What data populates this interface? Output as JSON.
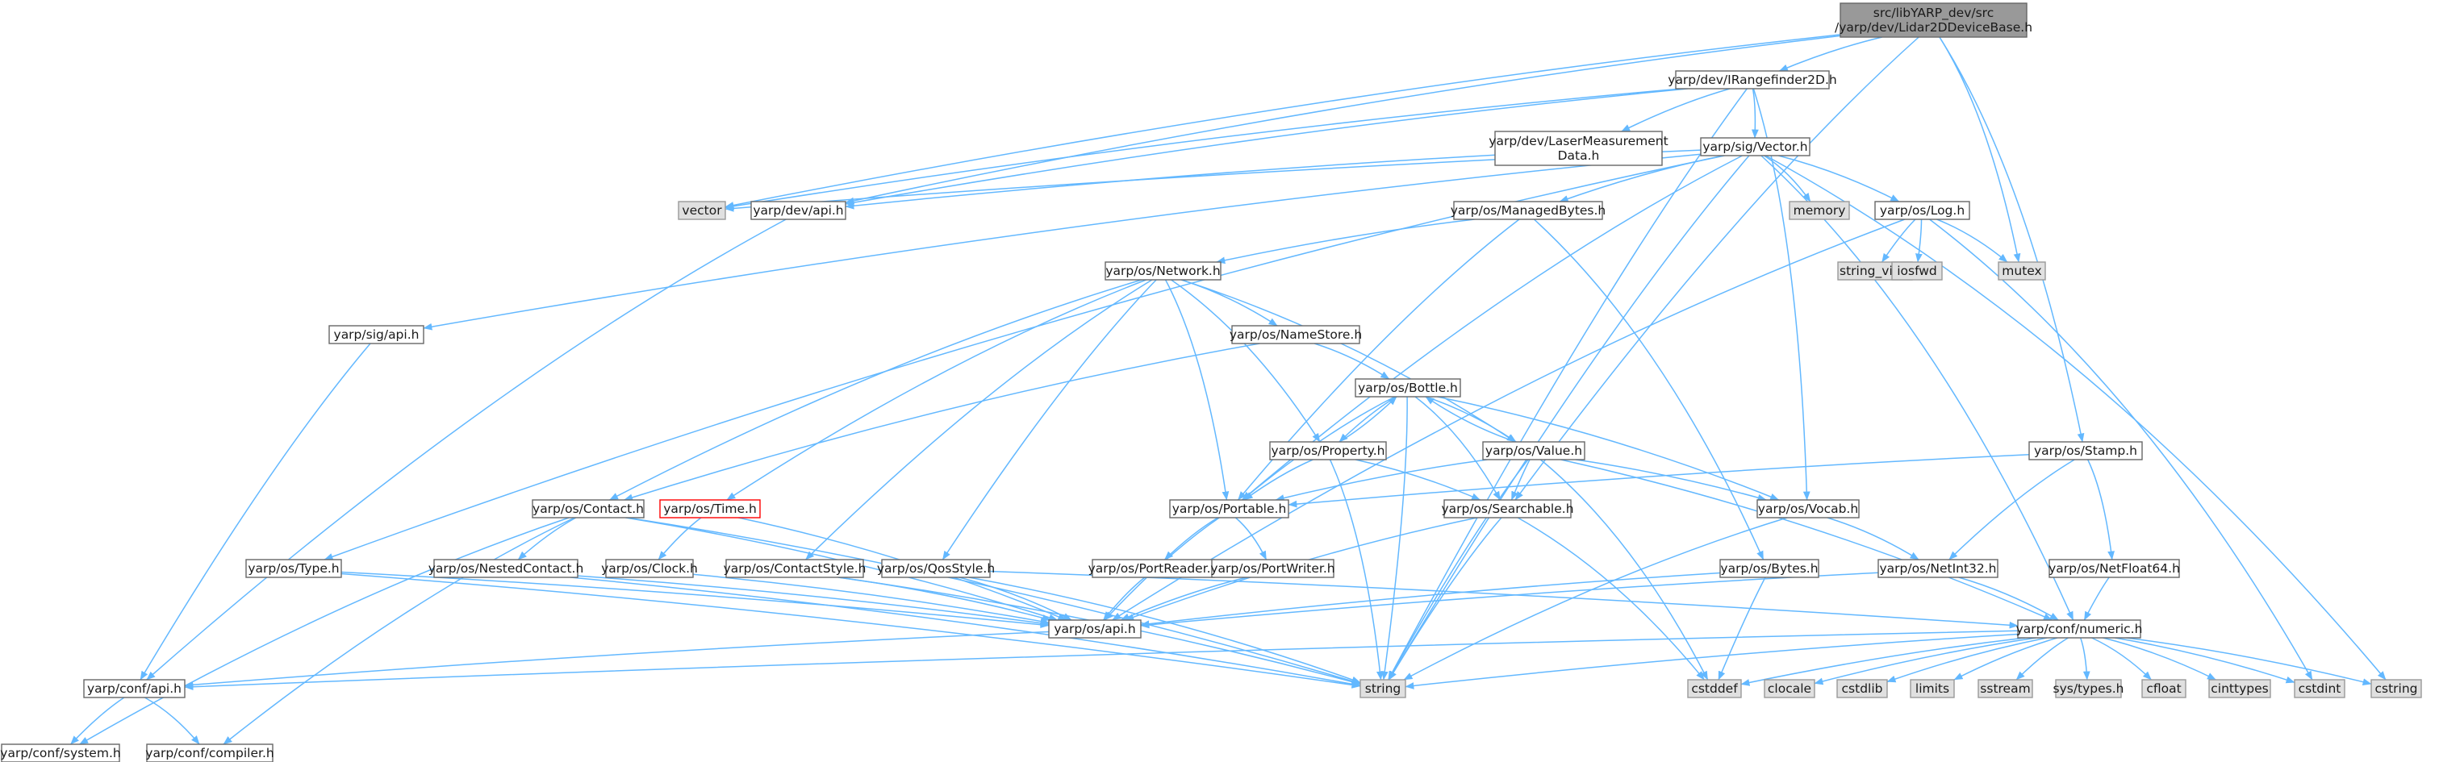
{
  "colors": {
    "edge": "#63b8ff",
    "box_border": "#666666",
    "box_fill": "#ffffff",
    "text": "#1a1a1a",
    "root_fill": "#999999",
    "system_fill": "#e0e0e0",
    "system_border": "#999999",
    "truncated_border": "#ff0000"
  },
  "nodes": [
    {
      "id": "root",
      "lines": [
        "src/libYARP_dev/src",
        "/yarp/dev/Lidar2DDeviceBase.h"
      ],
      "kind": "root"
    },
    {
      "id": "irange",
      "lines": [
        "yarp/dev/IRangefinder2D.h"
      ],
      "kind": "header"
    },
    {
      "id": "laser",
      "lines": [
        "yarp/dev/LaserMeasurement",
        "Data.h"
      ],
      "kind": "header"
    },
    {
      "id": "vectorh",
      "lines": [
        "yarp/sig/Vector.h"
      ],
      "kind": "header"
    },
    {
      "id": "vector",
      "lines": [
        "vector"
      ],
      "kind": "system"
    },
    {
      "id": "devapi",
      "lines": [
        "yarp/dev/api.h"
      ],
      "kind": "header"
    },
    {
      "id": "memory",
      "lines": [
        "memory"
      ],
      "kind": "system"
    },
    {
      "id": "log",
      "lines": [
        "yarp/os/Log.h"
      ],
      "kind": "header"
    },
    {
      "id": "managed",
      "lines": [
        "yarp/os/ManagedBytes.h"
      ],
      "kind": "header"
    },
    {
      "id": "string_view",
      "lines": [
        "string_view"
      ],
      "kind": "system"
    },
    {
      "id": "iosfwd",
      "lines": [
        "iosfwd"
      ],
      "kind": "system"
    },
    {
      "id": "mutex",
      "lines": [
        "mutex"
      ],
      "kind": "system"
    },
    {
      "id": "network",
      "lines": [
        "yarp/os/Network.h"
      ],
      "kind": "header"
    },
    {
      "id": "sigapi",
      "lines": [
        "yarp/sig/api.h"
      ],
      "kind": "header"
    },
    {
      "id": "namestore",
      "lines": [
        "yarp/os/NameStore.h"
      ],
      "kind": "header"
    },
    {
      "id": "bottle",
      "lines": [
        "yarp/os/Bottle.h"
      ],
      "kind": "header"
    },
    {
      "id": "property",
      "lines": [
        "yarp/os/Property.h"
      ],
      "kind": "header"
    },
    {
      "id": "value",
      "lines": [
        "yarp/os/Value.h"
      ],
      "kind": "header"
    },
    {
      "id": "stamp",
      "lines": [
        "yarp/os/Stamp.h"
      ],
      "kind": "header"
    },
    {
      "id": "contact",
      "lines": [
        "yarp/os/Contact.h"
      ],
      "kind": "header"
    },
    {
      "id": "time",
      "lines": [
        "yarp/os/Time.h"
      ],
      "kind": "truncated"
    },
    {
      "id": "portable",
      "lines": [
        "yarp/os/Portable.h"
      ],
      "kind": "header"
    },
    {
      "id": "searchable",
      "lines": [
        "yarp/os/Searchable.h"
      ],
      "kind": "header"
    },
    {
      "id": "vocab",
      "lines": [
        "yarp/os/Vocab.h"
      ],
      "kind": "header"
    },
    {
      "id": "type",
      "lines": [
        "yarp/os/Type.h"
      ],
      "kind": "header"
    },
    {
      "id": "nested",
      "lines": [
        "yarp/os/NestedContact.h"
      ],
      "kind": "header"
    },
    {
      "id": "clock",
      "lines": [
        "yarp/os/Clock.h"
      ],
      "kind": "header"
    },
    {
      "id": "contactstyle",
      "lines": [
        "yarp/os/ContactStyle.h"
      ],
      "kind": "header"
    },
    {
      "id": "qosstyle",
      "lines": [
        "yarp/os/QosStyle.h"
      ],
      "kind": "header"
    },
    {
      "id": "portreader",
      "lines": [
        "yarp/os/PortReader.h"
      ],
      "kind": "header"
    },
    {
      "id": "portwriter",
      "lines": [
        "yarp/os/PortWriter.h"
      ],
      "kind": "header"
    },
    {
      "id": "bytes",
      "lines": [
        "yarp/os/Bytes.h"
      ],
      "kind": "header"
    },
    {
      "id": "netint32",
      "lines": [
        "yarp/os/NetInt32.h"
      ],
      "kind": "header"
    },
    {
      "id": "netfloat64",
      "lines": [
        "yarp/os/NetFloat64.h"
      ],
      "kind": "header"
    },
    {
      "id": "osapi",
      "lines": [
        "yarp/os/api.h"
      ],
      "kind": "header"
    },
    {
      "id": "numeric",
      "lines": [
        "yarp/conf/numeric.h"
      ],
      "kind": "header"
    },
    {
      "id": "confapi",
      "lines": [
        "yarp/conf/api.h"
      ],
      "kind": "header"
    },
    {
      "id": "string",
      "lines": [
        "string"
      ],
      "kind": "system"
    },
    {
      "id": "cstddef",
      "lines": [
        "cstddef"
      ],
      "kind": "system"
    },
    {
      "id": "clocale",
      "lines": [
        "clocale"
      ],
      "kind": "system"
    },
    {
      "id": "cstdlib",
      "lines": [
        "cstdlib"
      ],
      "kind": "system"
    },
    {
      "id": "limits",
      "lines": [
        "limits"
      ],
      "kind": "system"
    },
    {
      "id": "sstream",
      "lines": [
        "sstream"
      ],
      "kind": "system"
    },
    {
      "id": "systypes",
      "lines": [
        "sys/types.h"
      ],
      "kind": "system"
    },
    {
      "id": "cfloat",
      "lines": [
        "cfloat"
      ],
      "kind": "system"
    },
    {
      "id": "cinttypes",
      "lines": [
        "cinttypes"
      ],
      "kind": "system"
    },
    {
      "id": "cstdint",
      "lines": [
        "cstdint"
      ],
      "kind": "system"
    },
    {
      "id": "cstring",
      "lines": [
        "cstring"
      ],
      "kind": "system"
    },
    {
      "id": "confsystem",
      "lines": [
        "yarp/conf/system.h"
      ],
      "kind": "header"
    },
    {
      "id": "confcompiler",
      "lines": [
        "yarp/conf/compiler.h"
      ],
      "kind": "header"
    }
  ],
  "edges": [
    [
      "root",
      "irange"
    ],
    [
      "root",
      "vector"
    ],
    [
      "root",
      "devapi"
    ],
    [
      "root",
      "mutex"
    ],
    [
      "root",
      "searchable"
    ],
    [
      "root",
      "stamp"
    ],
    [
      "irange",
      "laser"
    ],
    [
      "irange",
      "vectorh"
    ],
    [
      "irange",
      "vector"
    ],
    [
      "irange",
      "devapi"
    ],
    [
      "irange",
      "vocab"
    ],
    [
      "irange",
      "string"
    ],
    [
      "laser",
      "devapi"
    ],
    [
      "vectorh",
      "vector"
    ],
    [
      "vectorh",
      "memory"
    ],
    [
      "vectorh",
      "log"
    ],
    [
      "vectorh",
      "managed"
    ],
    [
      "vectorh",
      "sigapi"
    ],
    [
      "vectorh",
      "portable"
    ],
    [
      "vectorh",
      "type"
    ],
    [
      "vectorh",
      "cstring"
    ],
    [
      "vectorh",
      "string"
    ],
    [
      "vectorh",
      "numeric"
    ],
    [
      "devapi",
      "confapi"
    ],
    [
      "log",
      "string_view"
    ],
    [
      "log",
      "iosfwd"
    ],
    [
      "log",
      "mutex"
    ],
    [
      "log",
      "osapi"
    ],
    [
      "log",
      "cstdint"
    ],
    [
      "managed",
      "network"
    ],
    [
      "managed",
      "portable"
    ],
    [
      "managed",
      "bytes"
    ],
    [
      "network",
      "namestore"
    ],
    [
      "network",
      "contact"
    ],
    [
      "network",
      "time"
    ],
    [
      "network",
      "property"
    ],
    [
      "network",
      "value"
    ],
    [
      "network",
      "portable"
    ],
    [
      "network",
      "contactstyle"
    ],
    [
      "network",
      "qosstyle"
    ],
    [
      "sigapi",
      "confapi"
    ],
    [
      "namestore",
      "contact"
    ],
    [
      "namestore",
      "bottle"
    ],
    [
      "bottle",
      "property"
    ],
    [
      "bottle",
      "value"
    ],
    [
      "bottle",
      "portable"
    ],
    [
      "bottle",
      "searchable"
    ],
    [
      "bottle",
      "vocab"
    ],
    [
      "bottle",
      "string"
    ],
    [
      "property",
      "bottle"
    ],
    [
      "property",
      "portable"
    ],
    [
      "property",
      "searchable"
    ],
    [
      "property",
      "string"
    ],
    [
      "value",
      "bottle"
    ],
    [
      "value",
      "portable"
    ],
    [
      "value",
      "searchable"
    ],
    [
      "value",
      "vocab"
    ],
    [
      "value",
      "numeric"
    ],
    [
      "value",
      "string"
    ],
    [
      "value",
      "cstddef"
    ],
    [
      "stamp",
      "portable"
    ],
    [
      "stamp",
      "netint32"
    ],
    [
      "stamp",
      "netfloat64"
    ],
    [
      "contact",
      "nested"
    ],
    [
      "contact",
      "osapi"
    ],
    [
      "contact",
      "string"
    ],
    [
      "contact",
      "confsystem"
    ],
    [
      "contact",
      "confcompiler"
    ],
    [
      "time",
      "clock"
    ],
    [
      "time",
      "osapi"
    ],
    [
      "portable",
      "portreader"
    ],
    [
      "portable",
      "portwriter"
    ],
    [
      "portable",
      "osapi"
    ],
    [
      "searchable",
      "osapi"
    ],
    [
      "searchable",
      "string"
    ],
    [
      "searchable",
      "cstddef"
    ],
    [
      "vocab",
      "netint32"
    ],
    [
      "vocab",
      "string"
    ],
    [
      "type",
      "osapi"
    ],
    [
      "type",
      "string"
    ],
    [
      "nested",
      "osapi"
    ],
    [
      "nested",
      "string"
    ],
    [
      "clock",
      "osapi"
    ],
    [
      "contactstyle",
      "osapi"
    ],
    [
      "contactstyle",
      "string"
    ],
    [
      "qosstyle",
      "osapi"
    ],
    [
      "qosstyle",
      "string"
    ],
    [
      "qosstyle",
      "numeric"
    ],
    [
      "portreader",
      "osapi"
    ],
    [
      "portwriter",
      "osapi"
    ],
    [
      "bytes",
      "osapi"
    ],
    [
      "bytes",
      "cstddef"
    ],
    [
      "netint32",
      "osapi"
    ],
    [
      "netint32",
      "numeric"
    ],
    [
      "netfloat64",
      "numeric"
    ],
    [
      "osapi",
      "confapi"
    ],
    [
      "numeric",
      "confapi"
    ],
    [
      "numeric",
      "string"
    ],
    [
      "numeric",
      "cstddef"
    ],
    [
      "numeric",
      "clocale"
    ],
    [
      "numeric",
      "cstdlib"
    ],
    [
      "numeric",
      "limits"
    ],
    [
      "numeric",
      "sstream"
    ],
    [
      "numeric",
      "systypes"
    ],
    [
      "numeric",
      "cfloat"
    ],
    [
      "numeric",
      "cinttypes"
    ],
    [
      "numeric",
      "cstdint"
    ],
    [
      "numeric",
      "cstring"
    ],
    [
      "confapi",
      "confsystem"
    ],
    [
      "confapi",
      "confcompiler"
    ]
  ]
}
